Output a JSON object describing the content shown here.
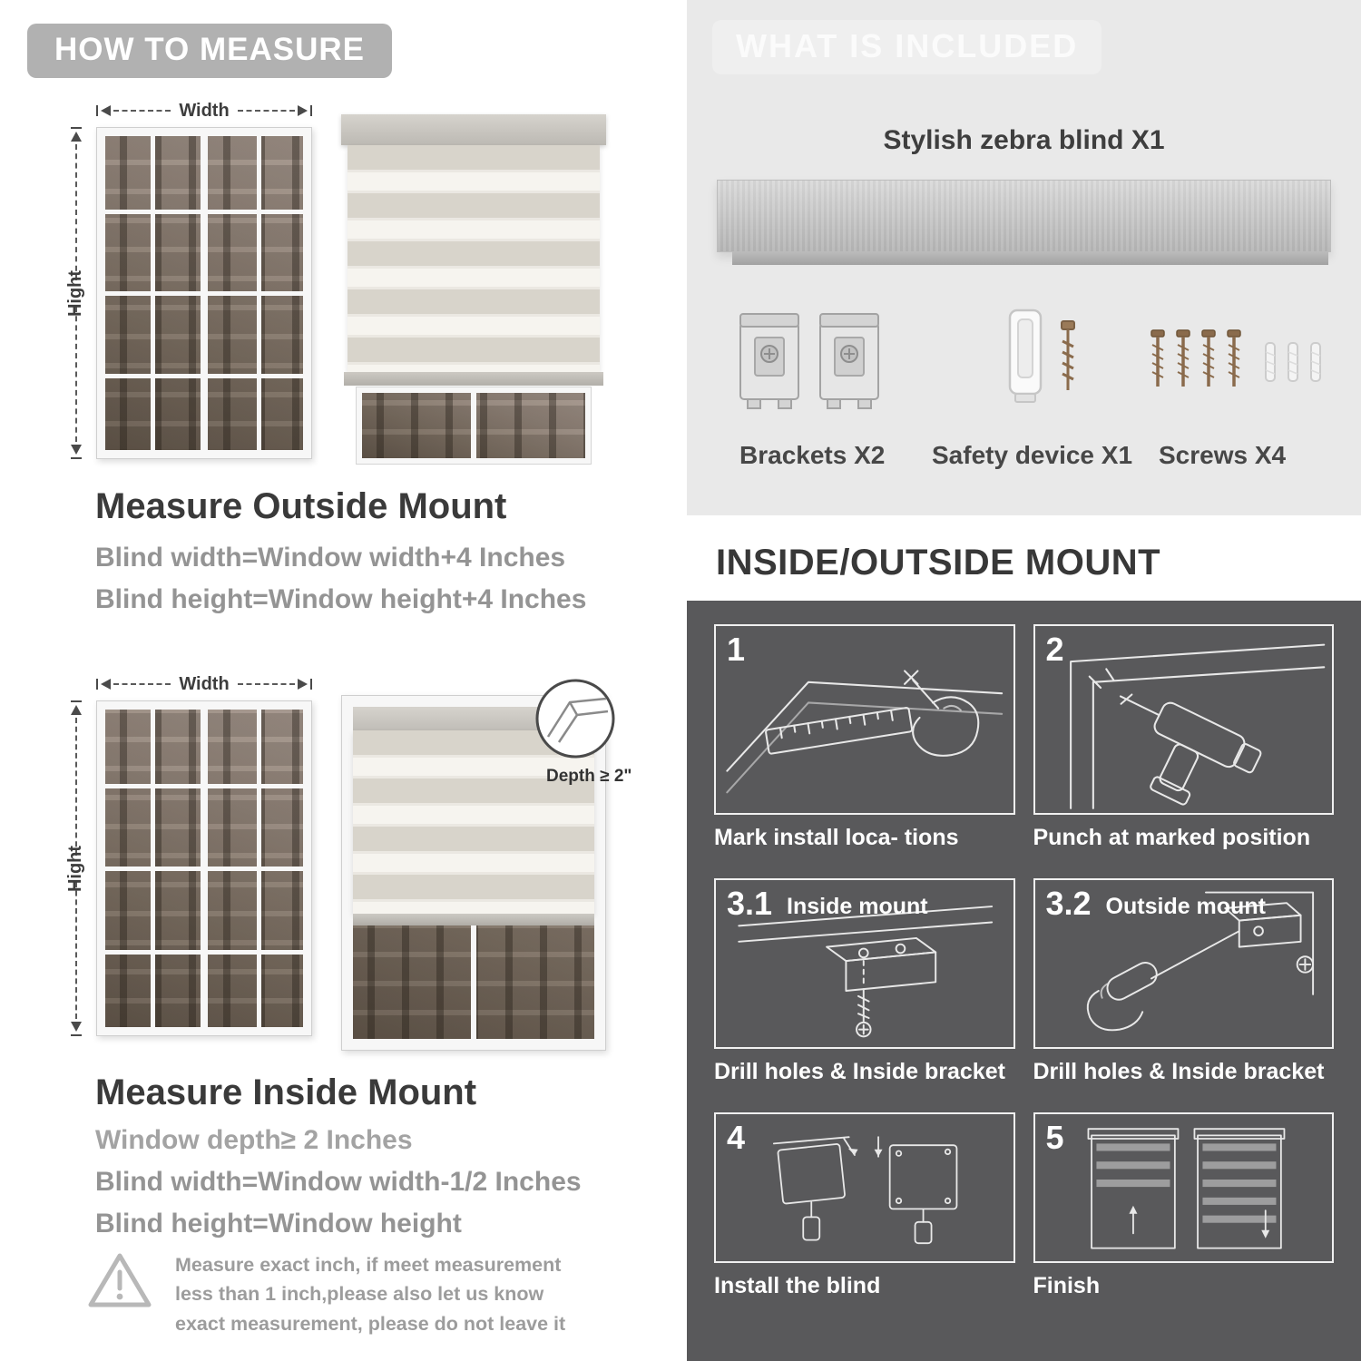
{
  "left": {
    "badge": "HOW TO MEASURE",
    "outside": {
      "width_label": "Width",
      "height_label": "Hight",
      "heading": "Measure Outside Mount",
      "lines": [
        "Blind width=Window width+4 Inches",
        "Blind height=Window height+4 Inches"
      ]
    },
    "inside": {
      "width_label": "Width",
      "height_label": "Hight",
      "depth_callout": "Depth ≥ 2\"",
      "heading": "Measure Inside Mount",
      "lines": [
        "Window depth≥ 2 Inches",
        "Blind width=Window width-1/2 Inches",
        "Blind height=Window height"
      ]
    },
    "note": "Measure exact inch, if meet measurement less than 1 inch,please also let us know exact measurement, please do not leave it"
  },
  "right": {
    "included": {
      "badge": "WHAT IS INCLUDED",
      "blind_label": "Stylish zebra blind X1",
      "items": [
        {
          "icon": "brackets-icon",
          "label": "Brackets X2"
        },
        {
          "icon": "safety-device-icon",
          "label": "Safety device X1"
        },
        {
          "icon": "screws-icon",
          "label": "Screws X4"
        }
      ]
    },
    "mount": {
      "heading": "INSIDE/OUTSIDE MOUNT",
      "steps": [
        {
          "num": "1",
          "caption": "Mark install loca- tions"
        },
        {
          "num": "2",
          "caption": "Punch at  marked position"
        },
        {
          "num": "3.1",
          "title": "Inside mount",
          "caption": "Drill holes &  Inside bracket"
        },
        {
          "num": "3.2",
          "title": "Outside mount",
          "caption": "Drill holes &  Inside bracket"
        },
        {
          "num": "4",
          "caption": "Install the blind"
        },
        {
          "num": "5",
          "caption": "Finish"
        }
      ]
    }
  },
  "colors": {
    "badge_gray": "#b1b1b1",
    "light_section": "#e9e9e9",
    "dark_section": "#59595b",
    "heading_dark": "#3a3a3a",
    "body_gray": "#949494"
  }
}
